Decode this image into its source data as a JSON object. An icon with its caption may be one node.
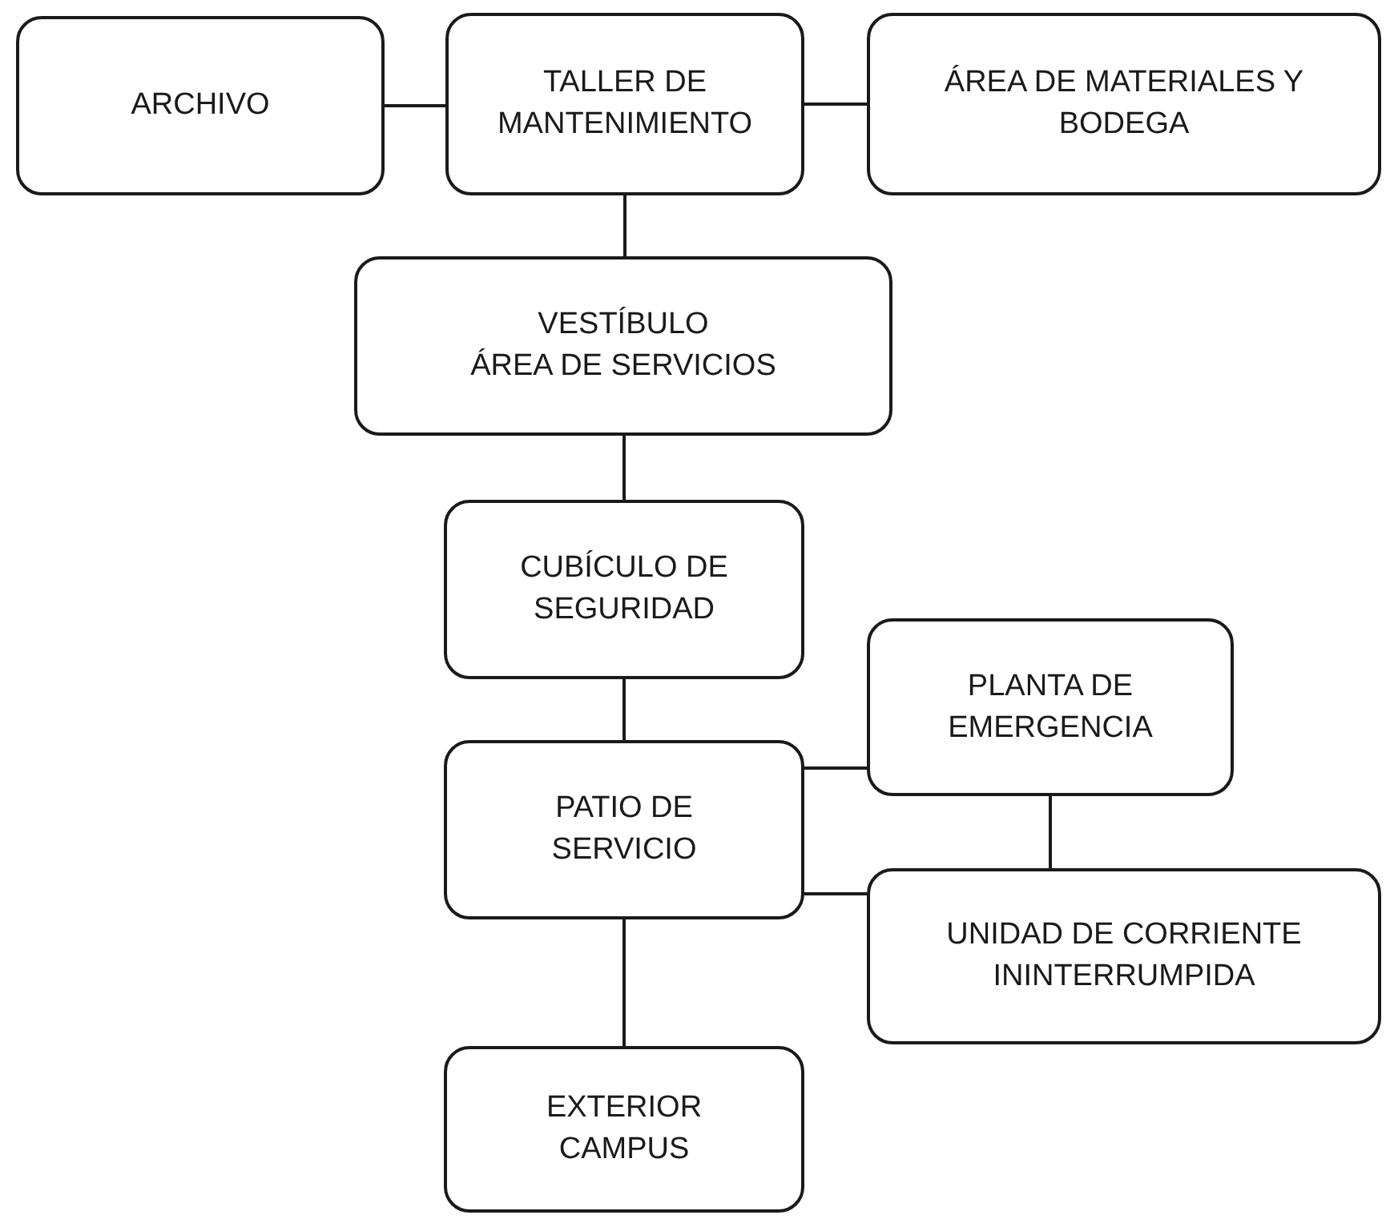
{
  "diagram": {
    "nodes": [
      {
        "text": [
          "ARCHIVO"
        ]
      },
      {
        "text": [
          "TALLER DE MANTENIMIENTO"
        ]
      },
      {
        "text": [
          "ÁREA DE MATERIALES Y BODEGA"
        ]
      },
      {
        "text": [
          "VESTÍBULO",
          "ÁREA DE SERVICIOS"
        ]
      },
      {
        "text": [
          "CUBÍCULO DE SEGURIDAD"
        ]
      },
      {
        "text": [
          "PLANTA DE EMERGENCIA"
        ]
      },
      {
        "text": [
          "PATIO DE SERVICIO"
        ]
      },
      {
        "text": [
          "UNIDAD DE CORRIENTE ININTERRUMPIDA"
        ]
      },
      {
        "text": [
          "EXTERIOR CAMPUS"
        ]
      }
    ],
    "edges": [
      {
        "from": 0,
        "to": 1,
        "arrow": "none"
      },
      {
        "from": 1,
        "to": 2,
        "arrow": "none"
      },
      {
        "from": 1,
        "to": 3,
        "arrow": "none"
      },
      {
        "from": 3,
        "to": 4,
        "arrow": "none"
      },
      {
        "from": 4,
        "to": 6,
        "arrow": "none"
      },
      {
        "from": 6,
        "to": 5,
        "arrow": "none"
      },
      {
        "from": 5,
        "to": 7,
        "arrow": "none"
      },
      {
        "from": 6,
        "to": 7,
        "arrow": "none"
      },
      {
        "from": 6,
        "to": 8,
        "arrow": "none"
      }
    ]
  }
}
